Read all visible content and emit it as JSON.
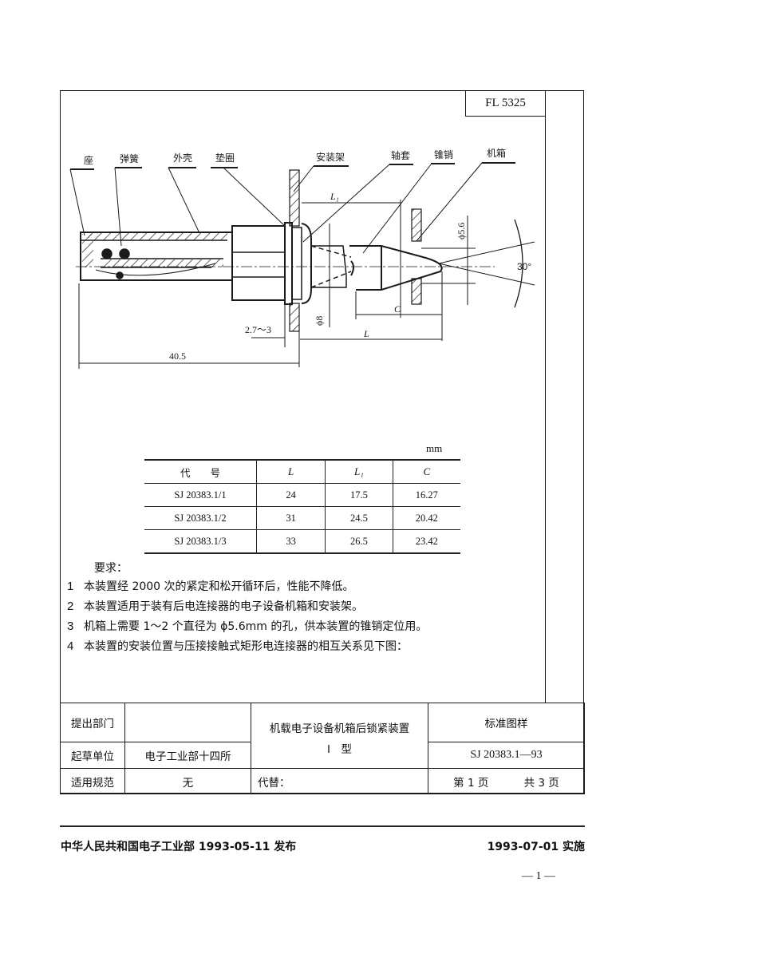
{
  "document": {
    "code": "FL 5325",
    "drawing_labels": {
      "seat": "座",
      "spring": "弹簧",
      "shell": "外壳",
      "washer": "垫圈",
      "mounting_frame": "安装架",
      "sleeve": "轴套",
      "taper_pin": "锥销",
      "chassis": "机箱"
    },
    "dimensions": {
      "L1": "L₁",
      "L": "L",
      "C": "C",
      "phi8": "ϕ8",
      "phi56": "ϕ5.6",
      "angle": "30°",
      "gap": "2.7～3",
      "overall": "40.5"
    },
    "table": {
      "unit": "mm",
      "headers": [
        "代　　号",
        "L",
        "L₁",
        "C"
      ],
      "rows": [
        [
          "SJ 20383.1/1",
          "24",
          "17.5",
          "16.27"
        ],
        [
          "SJ 20383.1/2",
          "31",
          "24.5",
          "20.42"
        ],
        [
          "SJ 20383.1/3",
          "33",
          "26.5",
          "23.42"
        ]
      ]
    },
    "requirements": {
      "title": "要求：",
      "items": [
        {
          "num": "1",
          "text": "本装置经 2000 次的紧定和松开循环后，性能不降低。"
        },
        {
          "num": "2",
          "text": "本装置适用于装有后电连接器的电子设备机箱和安装架。"
        },
        {
          "num": "3",
          "text": "机箱上需要 1～2 个直径为 ϕ5.6mm 的孔，供本装置的锥销定位用。"
        },
        {
          "num": "4",
          "text": "本装置的安装位置与压接接触式矩形电连接器的相互关系见下图："
        }
      ]
    },
    "title_block": {
      "proposer_label": "提出部门",
      "proposer_value": "",
      "drafter_label": "起草单位",
      "drafter_value": "电子工业部十四所",
      "scope_label": "适用规范",
      "scope_value": "无",
      "title_line1": "机载电子设备机箱后锁紧装置",
      "title_line2": "I　型",
      "replaces": "代替：",
      "category": "标准图样",
      "standard_no": "SJ 20383.1—93",
      "page": "第 1 页",
      "total_pages": "共 3 页"
    },
    "footer": {
      "issued": "中华人民共和国电子工业部 1993-05-11 发布",
      "effective": "1993-07-01 实施",
      "page_number": "— 1 —"
    }
  }
}
